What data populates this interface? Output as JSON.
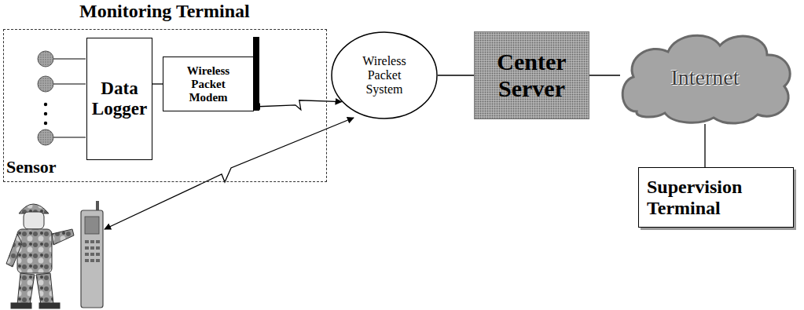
{
  "diagram": {
    "nodes": [
      {
        "text": [
          "Monitoring Terminal"
        ]
      },
      {
        "text": [
          "Data Logger"
        ],
        "in": 0
      },
      {
        "text": [
          "Wireless Packet Modem"
        ],
        "in": 0
      },
      {
        "text": [
          "Wireless Packet System"
        ]
      },
      {
        "text": [
          "Center Server"
        ]
      },
      {
        "text": [
          "Internet"
        ]
      },
      {
        "text": [
          "Supervision Terminal"
        ]
      }
    ],
    "edges": [
      {
        "from": 1,
        "to": 2,
        "arrow": "none"
      },
      {
        "from": 2,
        "to": 3,
        "arrow": "both"
      },
      {
        "from": 3,
        "to": 4,
        "arrow": "none"
      },
      {
        "from": 4,
        "to": 5,
        "arrow": "none"
      },
      {
        "from": 5,
        "to": 6,
        "arrow": "none"
      }
    ],
    "labels": [
      "Sensor"
    ]
  }
}
